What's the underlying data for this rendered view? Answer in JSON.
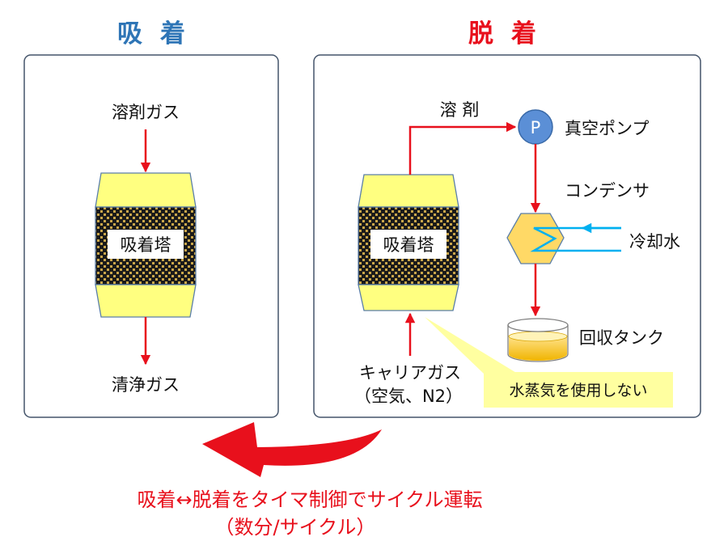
{
  "adsorption": {
    "title": "吸着",
    "title_color": "#2e75b6",
    "inlet_label": "溶剤ガス",
    "outlet_label": "清浄ガス",
    "column_label": "吸着塔"
  },
  "desorption": {
    "title": "脱着",
    "title_color": "#e8101c",
    "column_label": "吸着塔",
    "solvent_label": "溶 剤",
    "pump_symbol": "P",
    "pump_label": "真空ポンプ",
    "condenser_label": "コンデンサ",
    "cooling_water_label": "冷却水",
    "tank_label": "回収タンク",
    "carrier_gas_label": "キャリアガス",
    "carrier_gas_note": "（空気、N2）",
    "callout_text": "水蒸気を使用しない"
  },
  "cycle": {
    "line1": "吸着↔脱着をタイマ制御でサイクル運転",
    "line2": "（数分/サイクル）",
    "color": "#e8101c"
  },
  "colors": {
    "panel_border": "#44546a",
    "flow_arrow": "#e8101c",
    "column_cap": "#ffff80",
    "column_bed": "#1a1a1a",
    "pump_fill": "#5b8fd6",
    "condenser_fill": "#ffd966",
    "cooling_water": "#00b0f0",
    "tank_liquid": "#ffc000",
    "callout_fill": "#ffffa0"
  }
}
